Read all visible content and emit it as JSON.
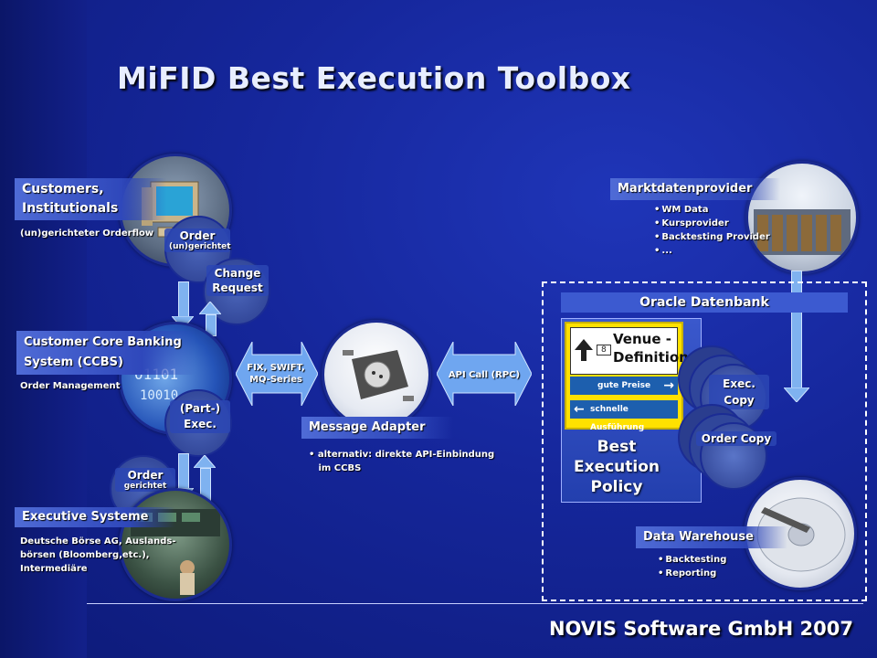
{
  "title": "MiFID Best Execution Toolbox",
  "footer": "NOVIS Software GmbH 2007",
  "customers": {
    "label_line1": "Customers,",
    "label_line2": "Institutionals",
    "sub": "(un)gerichteter Orderflow"
  },
  "order_bubble": {
    "title": "Order",
    "sub": "(un)gerichtet"
  },
  "change_bubble": {
    "line1": "Change",
    "line2": "Request"
  },
  "ccbs": {
    "label_line1": "Customer Core Banking",
    "label_line2": "System (CCBS)",
    "sub": "Order Management"
  },
  "exec_bubble": {
    "line1": "(Part-)",
    "line2": "Exec."
  },
  "order_gerichtet_bubble": {
    "title": "Order",
    "sub": "gerichtet"
  },
  "executive": {
    "label": "Executive Systeme",
    "sub_line1": "Deutsche Börse AG, Auslands-",
    "sub_line2": "börsen (Bloomberg,etc.),",
    "sub_line3": "Intermediäre"
  },
  "fix_arrow": {
    "line1": "FIX, SWIFT,",
    "line2": "MQ-Series"
  },
  "message_adapter": {
    "label": "Message Adapter",
    "bullet_line1": "alternativ: direkte API-Einbindung",
    "bullet_line2": "im CCBS"
  },
  "api_arrow": {
    "label": "API Call (RPC)"
  },
  "marktdaten": {
    "label": "Marktdatenprovider",
    "items": [
      "WM Data",
      "Kursprovider",
      "Backtesting Provider",
      "..."
    ]
  },
  "oracle": {
    "label": "Oracle Datenbank"
  },
  "venue_sign": {
    "title_line1": "Venue -",
    "title_line2": "Definition",
    "box_number": "8",
    "row1": "gute Preise",
    "row2": "schnelle Ausführung"
  },
  "policy": {
    "line1": "Best",
    "line2": "Execution",
    "line3": "Policy"
  },
  "exec_copy": {
    "line1": "Exec.",
    "line2": "Copy"
  },
  "order_copy": {
    "label": "Order Copy"
  },
  "data_warehouse": {
    "label": "Data Warehouse",
    "items": [
      "Backtesting",
      "Reporting"
    ]
  },
  "colors": {
    "background": "#15269a",
    "accent": "#3a58cc",
    "arrow": "#7fb2f0",
    "sign": "#ffe100"
  }
}
